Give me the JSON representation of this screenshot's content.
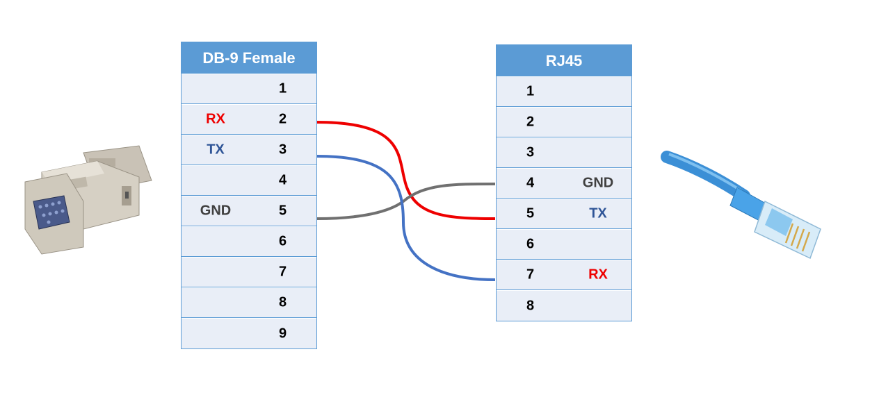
{
  "left_table": {
    "title": "DB-9 Female",
    "rows": [
      {
        "pin": "1",
        "signal": ""
      },
      {
        "pin": "2",
        "signal": "RX",
        "color": "#ee0000"
      },
      {
        "pin": "3",
        "signal": "TX",
        "color": "#2f5597"
      },
      {
        "pin": "4",
        "signal": ""
      },
      {
        "pin": "5",
        "signal": "GND",
        "color": "#404040"
      },
      {
        "pin": "6",
        "signal": ""
      },
      {
        "pin": "7",
        "signal": ""
      },
      {
        "pin": "8",
        "signal": ""
      },
      {
        "pin": "9",
        "signal": ""
      }
    ]
  },
  "right_table": {
    "title": "RJ45",
    "rows": [
      {
        "pin": "1",
        "signal": ""
      },
      {
        "pin": "2",
        "signal": ""
      },
      {
        "pin": "3",
        "signal": ""
      },
      {
        "pin": "4",
        "signal": "GND",
        "color": "#404040"
      },
      {
        "pin": "5",
        "signal": "TX",
        "color": "#2f5597"
      },
      {
        "pin": "6",
        "signal": ""
      },
      {
        "pin": "7",
        "signal": "RX",
        "color": "#ee0000"
      },
      {
        "pin": "8",
        "signal": ""
      }
    ]
  },
  "wires": [
    {
      "from_pin": "2",
      "to_pin": "5",
      "color": "#ee0000"
    },
    {
      "from_pin": "3",
      "to_pin": "7",
      "color": "#4472c4"
    },
    {
      "from_pin": "5",
      "to_pin": "4",
      "color": "#707070"
    }
  ],
  "colors": {
    "header": "#5b9bd5",
    "cell": "#e9eef7"
  },
  "images": {
    "left": "db9-adapter",
    "right": "rj45-cable"
  }
}
